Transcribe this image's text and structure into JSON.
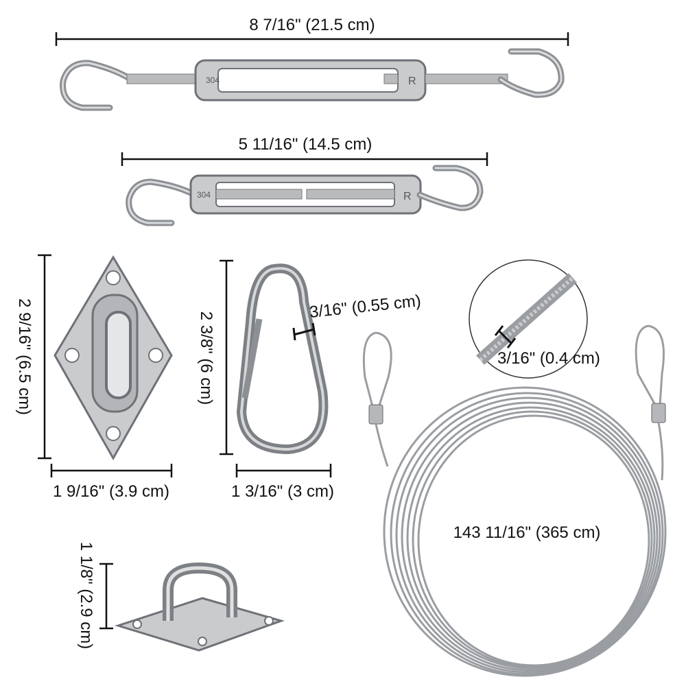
{
  "dimensions": {
    "turnbuckle_large_length": "8 7/16\" (21.5 cm)",
    "turnbuckle_small_length": "5 11/16\" (14.5 cm)",
    "diamond_plate_height": "2 9/16\" (6.5 cm)",
    "diamond_plate_width": "1 9/16\" (3.9 cm)",
    "carabiner_height": "2 3/8\" (6 cm)",
    "carabiner_width": "1 3/16\" (3 cm)",
    "carabiner_wire": "3/16\" (0.55 cm)",
    "cable_diameter": "3/16\" (0.4 cm)",
    "cable_length": "143 11/16\" (365 cm)",
    "pad_eye_height": "1 1/8\" (2.9 cm)"
  },
  "markings": {
    "grade": "304",
    "thread_mark": "R"
  },
  "colors": {
    "metal": "#c9cbcd",
    "metal_dark": "#6e7176",
    "text": "#111111"
  }
}
